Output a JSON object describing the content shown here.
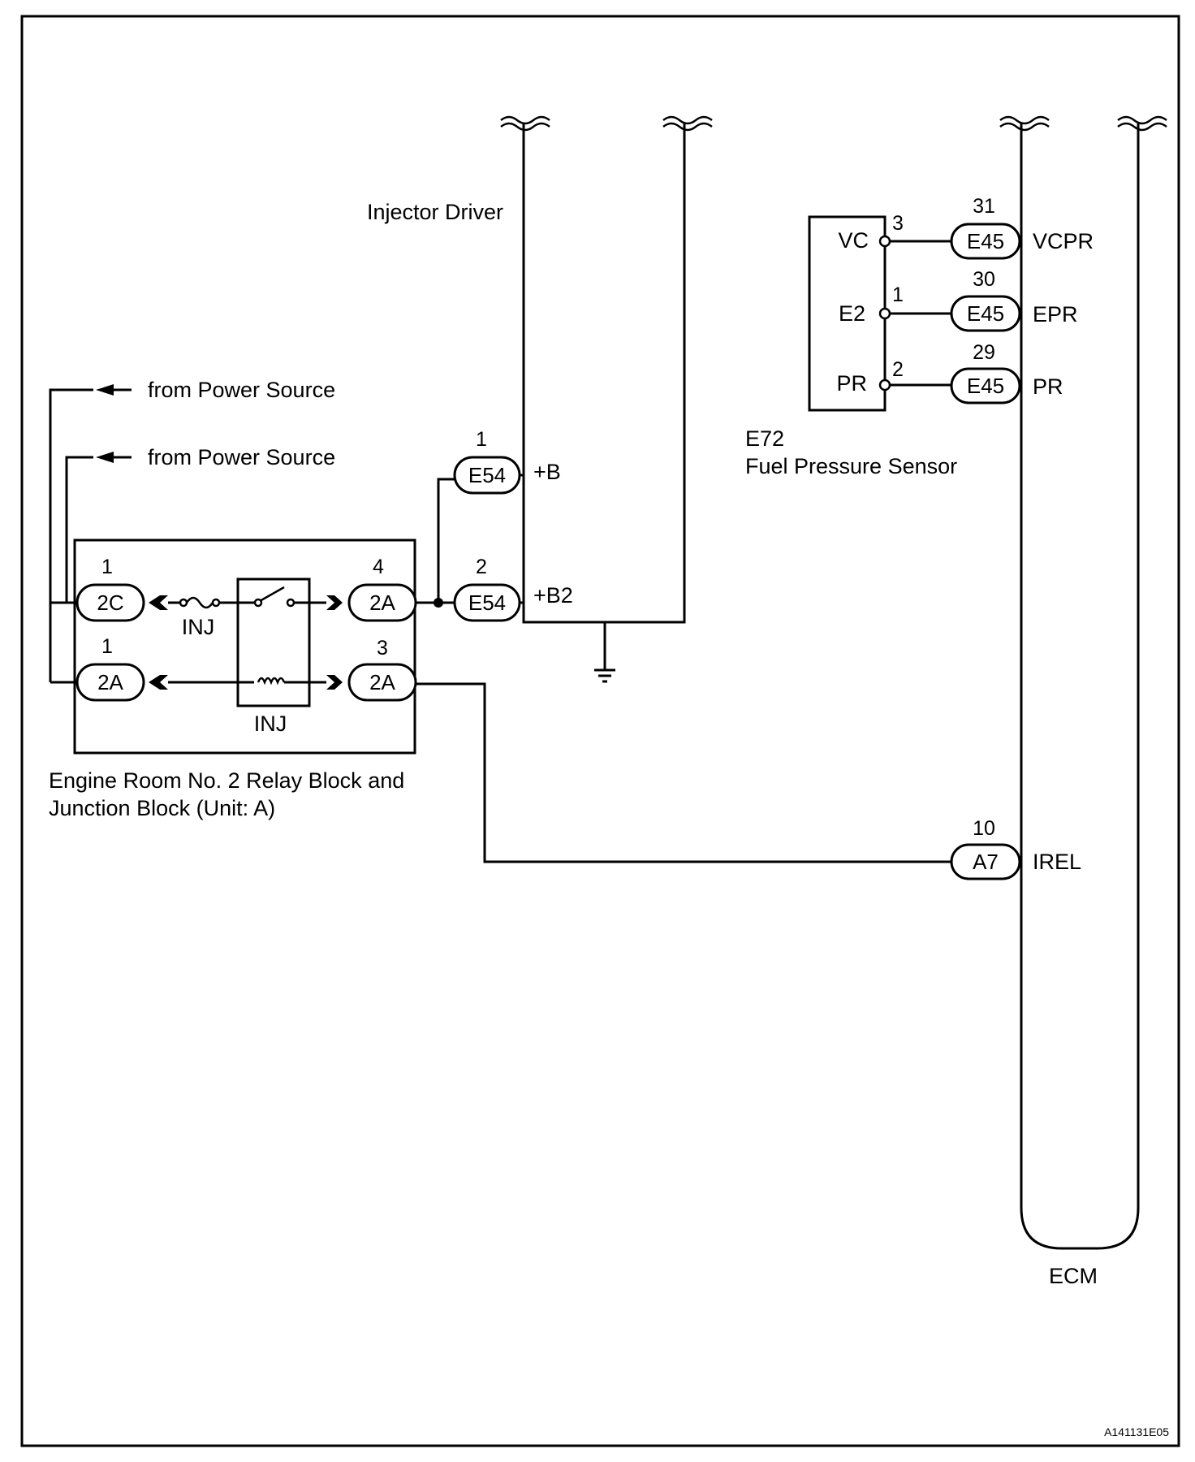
{
  "labels": {
    "injector_driver": "Injector Driver",
    "power_source_1": "from Power Source",
    "power_source_2": "from Power Source",
    "relay_block_line1": "Engine Room No. 2 Relay Block and",
    "relay_block_line2": "Junction Block (Unit: A)",
    "fuse_label": "INJ",
    "relay_label": "INJ",
    "sensor_code": "E72",
    "sensor_name": "Fuel Pressure Sensor",
    "ecm": "ECM",
    "figure_id": "A141131E05"
  },
  "relay_block": {
    "connectors": [
      {
        "pin": "1",
        "code": "2C"
      },
      {
        "pin": "4",
        "code": "2A"
      },
      {
        "pin": "1",
        "code": "2A"
      },
      {
        "pin": "3",
        "code": "2A"
      }
    ]
  },
  "injector_driver": {
    "terminals": [
      {
        "pin": "1",
        "code": "E54",
        "signal": "+B"
      },
      {
        "pin": "2",
        "code": "E54",
        "signal": "+B2"
      }
    ]
  },
  "sensor": {
    "terminals": [
      {
        "name": "VC",
        "pin": "3"
      },
      {
        "name": "E2",
        "pin": "1"
      },
      {
        "name": "PR",
        "pin": "2"
      }
    ]
  },
  "ecm_terminals": [
    {
      "pin": "31",
      "code": "E45",
      "signal": "VCPR"
    },
    {
      "pin": "30",
      "code": "E45",
      "signal": "EPR"
    },
    {
      "pin": "29",
      "code": "E45",
      "signal": "PR"
    },
    {
      "pin": "10",
      "code": "A7",
      "signal": "IREL"
    }
  ]
}
